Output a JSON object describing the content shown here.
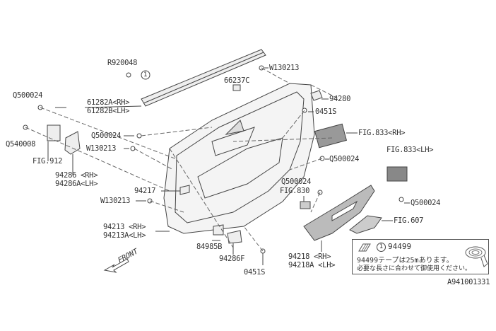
{
  "labels": {
    "r920048": "R920048",
    "circle_ref": "1",
    "w130213_top": "W130213",
    "p66237c": "66237C",
    "q500024_left": "Q500024",
    "p61282a": "61282A<RH>",
    "p61282b": "61282B<LH>",
    "p94280": "94280",
    "p0451s_top": "0451S",
    "q500024_mid": "Q500024",
    "fig833rh": "FIG.833<RH>",
    "q540008": "Q540008",
    "w130213_mid": "W130213",
    "fig912": "FIG.912",
    "q500024_right": "Q500024",
    "fig833lh": "FIG.833<LH>",
    "p94286": "94286 <RH>",
    "p94286a": "94286A<LH>",
    "q500024_lower": "Q500024",
    "fig830": "FIG.830",
    "p94217": "94217",
    "w130213_low": "W130213",
    "q500024_far": "Q500024",
    "fig607": "FIG.607",
    "p94213": "94213 <RH>",
    "p94213a": "94213A<LH>",
    "p84985b": "84985B",
    "p94286f": "94286F",
    "p0451s_bottom": "0451S",
    "p94218": "94218 <RH>",
    "p94218a": "94218A <LH>",
    "front": "FRONT",
    "diagram_id": "A941001331"
  },
  "note": {
    "ref_number": "1",
    "part": "94499",
    "line1": "94499テープは25mあります。",
    "line2": "必要な長さに合わせて御使用ください。"
  }
}
